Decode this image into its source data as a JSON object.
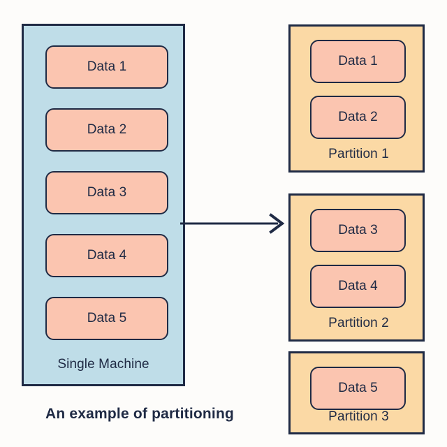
{
  "caption": "An example of partitioning",
  "colors": {
    "background": "#fdfcfa",
    "machine_fill": "#bfdde8",
    "partition_fill": "#fbd9a5",
    "data_fill": "#fbc5b0",
    "stroke": "#1f2a44",
    "text": "#1f2a44"
  },
  "machine": {
    "label": "Single Machine",
    "items": [
      {
        "label": "Data 1"
      },
      {
        "label": "Data 2"
      },
      {
        "label": "Data 3"
      },
      {
        "label": "Data 4"
      },
      {
        "label": "Data 5"
      }
    ]
  },
  "arrow": {
    "name": "partitioning-arrow",
    "direction": "right"
  },
  "partitions": [
    {
      "label": "Partition 1",
      "items": [
        {
          "label": "Data 1"
        },
        {
          "label": "Data 2"
        }
      ]
    },
    {
      "label": "Partition 2",
      "items": [
        {
          "label": "Data 3"
        },
        {
          "label": "Data 4"
        }
      ]
    },
    {
      "label": "Partition 3",
      "items": [
        {
          "label": "Data 5"
        }
      ]
    }
  ]
}
